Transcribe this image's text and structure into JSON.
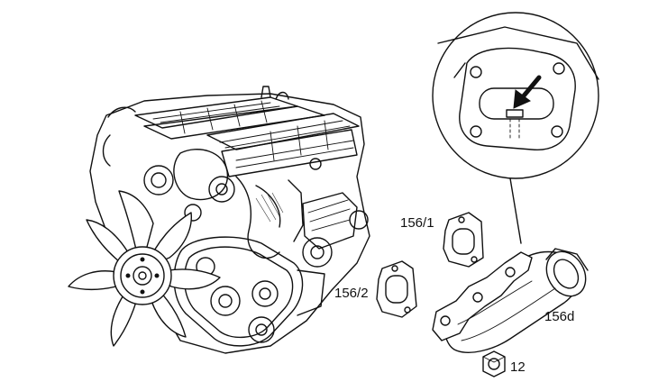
{
  "labels": {
    "gasket_upper": "156/1",
    "gasket_lower": "156/2",
    "manifold": "156d",
    "nut": "12"
  },
  "colors": {
    "ink": "#111111",
    "paper": "#ffffff"
  },
  "icons": {
    "detail_arrow": "arrow-down-left-icon"
  }
}
